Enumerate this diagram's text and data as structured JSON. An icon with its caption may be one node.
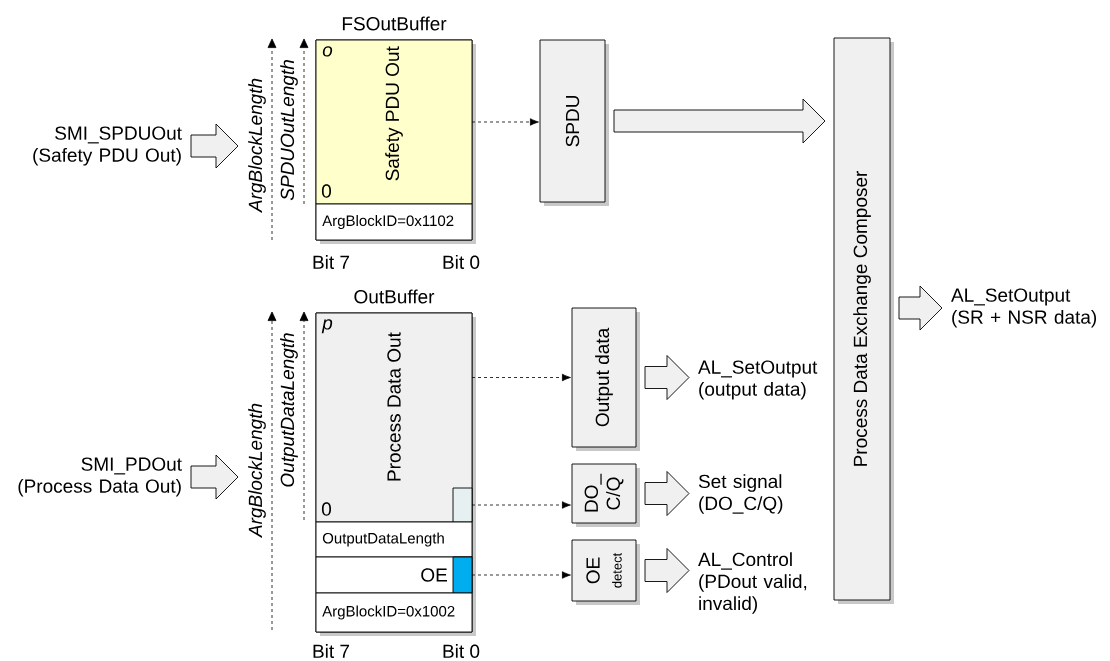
{
  "diagram": {
    "nodes": [
      {
        "text": [
          "SMI_SPDUOut (Safety PDU Out)"
        ]
      },
      {
        "text": [
          "FSOutBuffer"
        ]
      },
      {
        "text": [
          "o",
          "Safety PDU Out",
          "0"
        ],
        "in": 1
      },
      {
        "text": [
          "ArgBlockID=0x1102"
        ],
        "in": 1
      },
      {
        "text": [
          "SPDU"
        ]
      },
      {
        "text": [
          "Process Data Exchange Composer"
        ]
      },
      {
        "text": [
          "AL_SetOutput (SR + NSR data)"
        ]
      },
      {
        "text": [
          "SMI_PDOut (Process Data Out)"
        ]
      },
      {
        "text": [
          "OutBuffer"
        ]
      },
      {
        "text": [
          "p",
          "Process Data Out",
          "0"
        ],
        "in": 8
      },
      {
        "text": [],
        "shape": "box",
        "in": 9
      },
      {
        "text": [
          "OutputDataLength"
        ],
        "in": 8
      },
      {
        "text": [
          "OE"
        ],
        "in": 8
      },
      {
        "text": [],
        "shape": "box",
        "in": 12
      },
      {
        "text": [
          "ArgBlockID=0x1002"
        ],
        "in": 8
      },
      {
        "text": [
          "Output data"
        ]
      },
      {
        "text": [
          "DO_ C/Q"
        ]
      },
      {
        "text": [
          "OE",
          "detect"
        ]
      },
      {
        "text": [
          "AL_SetOutput (output data)"
        ]
      },
      {
        "text": [
          "Set signal (DO_C/Q)"
        ]
      },
      {
        "text": [
          "AL_Control (PDout valid, invalid)"
        ]
      }
    ],
    "edges": [
      {
        "from": 0,
        "to": 1,
        "arrow": "to",
        "style": "thick"
      },
      {
        "from": 2,
        "to": 4,
        "arrow": "to",
        "style": "dashed"
      },
      {
        "from": 4,
        "to": 5,
        "arrow": "to",
        "style": "thick"
      },
      {
        "from": 5,
        "to": 6,
        "arrow": "to",
        "style": "thick"
      },
      {
        "from": 7,
        "to": 8,
        "arrow": "to",
        "style": "thick"
      },
      {
        "from": 9,
        "to": 15,
        "arrow": "to",
        "style": "dashed"
      },
      {
        "from": 10,
        "to": 16,
        "arrow": "to",
        "style": "dashed"
      },
      {
        "from": 13,
        "to": 17,
        "arrow": "to",
        "style": "dashed"
      },
      {
        "from": 15,
        "to": 18,
        "arrow": "to",
        "style": "thick"
      },
      {
        "from": 16,
        "to": 19,
        "arrow": "to",
        "style": "thick"
      },
      {
        "from": 17,
        "to": 20,
        "arrow": "to",
        "style": "thick"
      }
    ],
    "labels": [
      "ArgBlockLength",
      "SPDUOutLength",
      "Bit 7",
      "Bit 0",
      "ArgBlockLength",
      "OutputDataLength",
      "Bit 7",
      "Bit 0"
    ]
  }
}
